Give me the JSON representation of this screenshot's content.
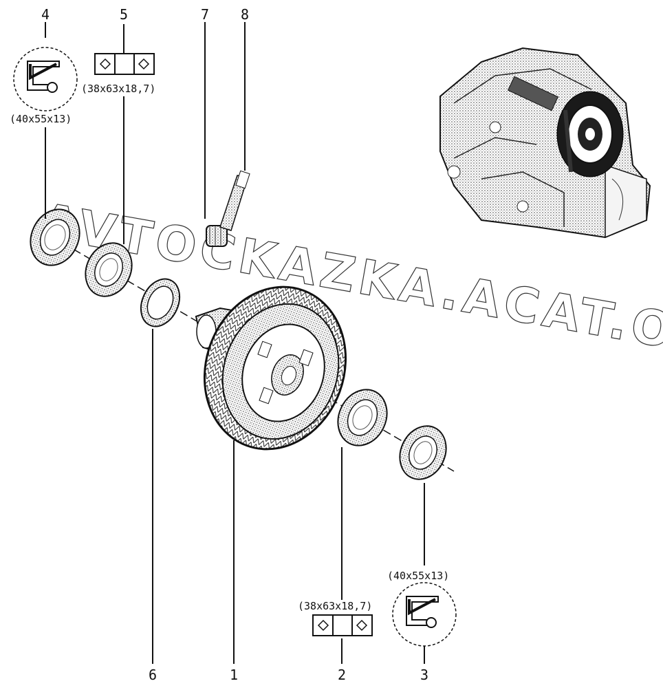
{
  "watermark": "AVTOCKAZKA.ACAT.ONLINE",
  "callouts": [
    {
      "num": "1",
      "dim": ""
    },
    {
      "num": "2",
      "dim": "(38x63x18,7)"
    },
    {
      "num": "3",
      "dim": "(40x55x13)"
    },
    {
      "num": "4",
      "dim": "(40x55x13)"
    },
    {
      "num": "5",
      "dim": "(38x63x18,7)"
    },
    {
      "num": "6",
      "dim": ""
    },
    {
      "num": "7",
      "dim": ""
    },
    {
      "num": "8",
      "dim": ""
    }
  ],
  "icons": {
    "seal": "oil-seal-icon",
    "bearing": "tapered-bearing-icon"
  }
}
